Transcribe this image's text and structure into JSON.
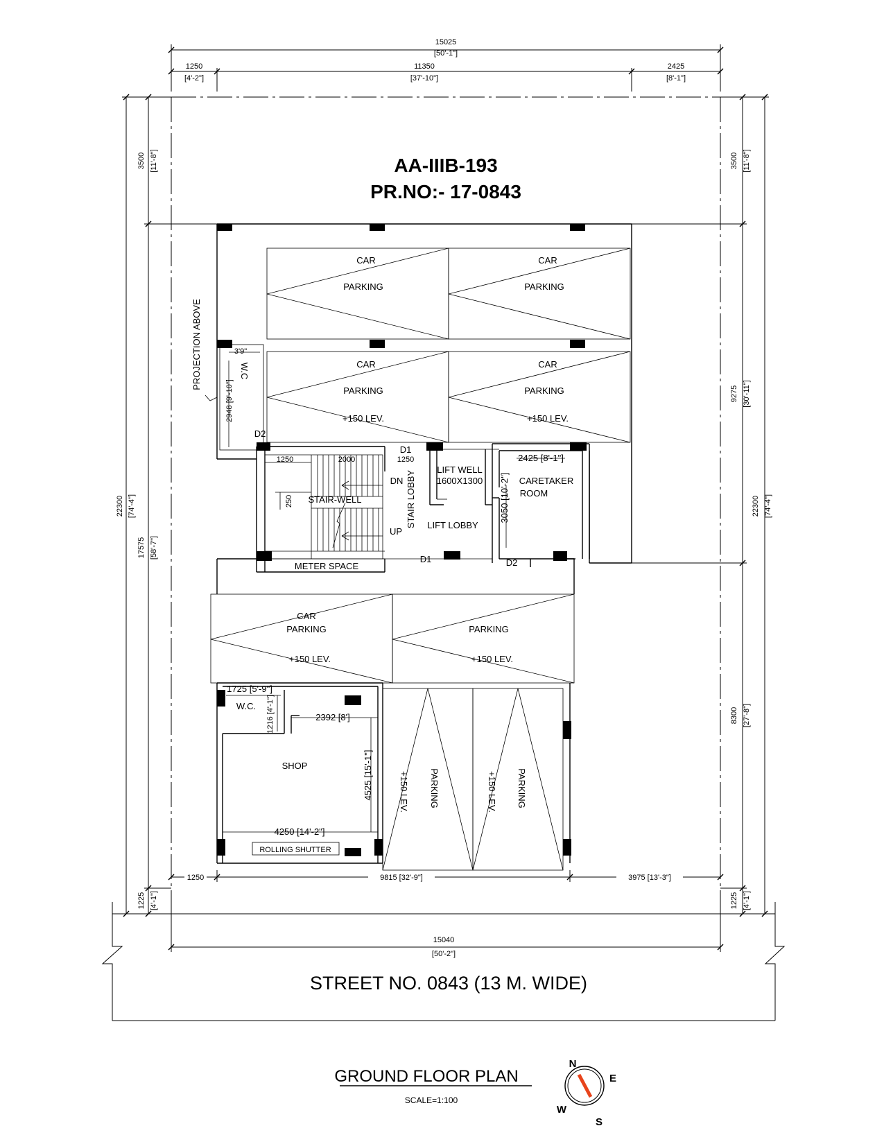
{
  "header": {
    "plot_id": "AA-IIIB-193",
    "pr_no": "PR.NO:- 17-0843"
  },
  "dimensions": {
    "top_overall": "15025",
    "top_overall_ft": "[50'-1\"]",
    "top_left": "1250",
    "top_left_ft": "[4'-2\"]",
    "top_mid": "11350",
    "top_mid_ft": "[37'-10\"]",
    "top_right": "2425",
    "top_right_ft": "[8'-1\"]",
    "left_top": "3500",
    "left_top_ft": "[11'-8\"]",
    "left_overall": "22300",
    "left_overall_ft": "[74'-4\"]",
    "left_mid": "17575",
    "left_mid_ft": "[58'-7\"]",
    "left_bottom": "1225",
    "left_bottom_ft": "[4'-1\"]",
    "right_top": "3500",
    "right_top_ft": "[11'-8\"]",
    "right_mid": "9275",
    "right_mid_ft": "[30'-11\"]",
    "right_overall": "22300",
    "right_overall_ft": "[74'-4\"]",
    "right_lower": "8300",
    "right_lower_ft": "[27'-8\"]",
    "right_bottom": "1225",
    "right_bottom_ft": "[4'-1\"]",
    "bottom_left": "1250",
    "bottom_mid": "9815 [32'-9\"]",
    "bottom_right": "3975 [13'-3\"]",
    "street_width": "15040",
    "street_width_ft": "[50'-2\"]"
  },
  "rooms": {
    "car": "CAR",
    "parking": "PARKING",
    "lev": "+150 LEV.",
    "wc_upper": "W.C",
    "wc_upper_w": "3'9\"",
    "wc_upper_h": "2948 [9'-10\"]",
    "projection": "PROJECTION ABOVE",
    "d1": "D1",
    "d2": "D2",
    "stair_1250a": "1250",
    "stair_2000": "2000",
    "stair_1250b": "1250",
    "stair_250": "250",
    "dn": "DN",
    "up": "UP",
    "stair_well": "STAIR-WELL",
    "stair_lobby": "STAIR LOBBY",
    "lift_well": "LIFT WELL",
    "lift_size": "1600X1300",
    "lift_lobby": "LIFT LOBBY",
    "caretaker_w": "2425 [8'-1\"]",
    "caretaker_h": "3050 [10'-2\"]",
    "caretaker_1": "CARETAKER",
    "caretaker_2": "ROOM",
    "meter_space": "METER SPACE",
    "wc_lower": "W.C.",
    "wc_lower_w": "1725 [5'-9\"]",
    "wc_lower_h": "1216 [4'-1\"]",
    "shop_2392": "2392 [8']",
    "shop": "SHOP",
    "shop_h": "4525 [15'-1\"]",
    "shop_w": "4250 [14'-2\"]",
    "rolling_shutter": "ROLLING SHUTTER"
  },
  "street": {
    "name": "STREET NO. 0843 (13 M. WIDE)"
  },
  "footer": {
    "title": "GROUND FLOOR PLAN",
    "scale": "SCALE=1:100"
  },
  "compass": {
    "n": "N",
    "e": "E",
    "w": "W",
    "s": "S",
    "needle_color": "#e8441c"
  }
}
